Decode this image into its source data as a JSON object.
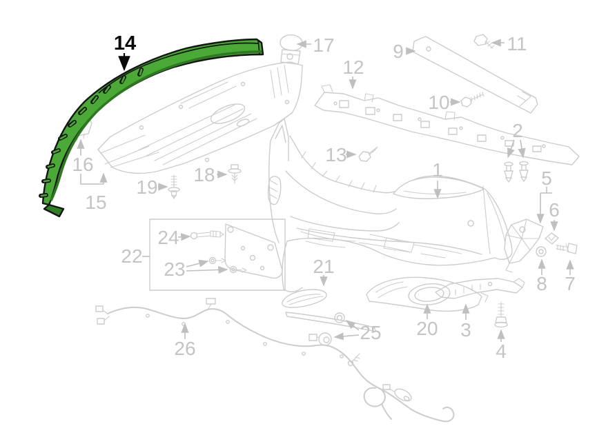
{
  "diagram": {
    "kind": "exploded-parts-diagram",
    "highlighted_callout": "14",
    "colors": {
      "background": "#ffffff",
      "line_art": "#cccccc",
      "callout_text": "#c4c4c4",
      "arrow": "#bfbfbf",
      "highlight_fill": "#4aa937",
      "highlight_shade": "#2f8022",
      "highlight_outline": "#151515",
      "highlight_callout_text": "#0a0a0a"
    },
    "callouts": [
      {
        "number": "1"
      },
      {
        "number": "2"
      },
      {
        "number": "3"
      },
      {
        "number": "4"
      },
      {
        "number": "5"
      },
      {
        "number": "6"
      },
      {
        "number": "7"
      },
      {
        "number": "8"
      },
      {
        "number": "9"
      },
      {
        "number": "10"
      },
      {
        "number": "11"
      },
      {
        "number": "12"
      },
      {
        "number": "13"
      },
      {
        "number": "14"
      },
      {
        "number": "15"
      },
      {
        "number": "16"
      },
      {
        "number": "17"
      },
      {
        "number": "18"
      },
      {
        "number": "19"
      },
      {
        "number": "20"
      },
      {
        "number": "21"
      },
      {
        "number": "22"
      },
      {
        "number": "23"
      },
      {
        "number": "24"
      },
      {
        "number": "25"
      },
      {
        "number": "26"
      }
    ]
  }
}
